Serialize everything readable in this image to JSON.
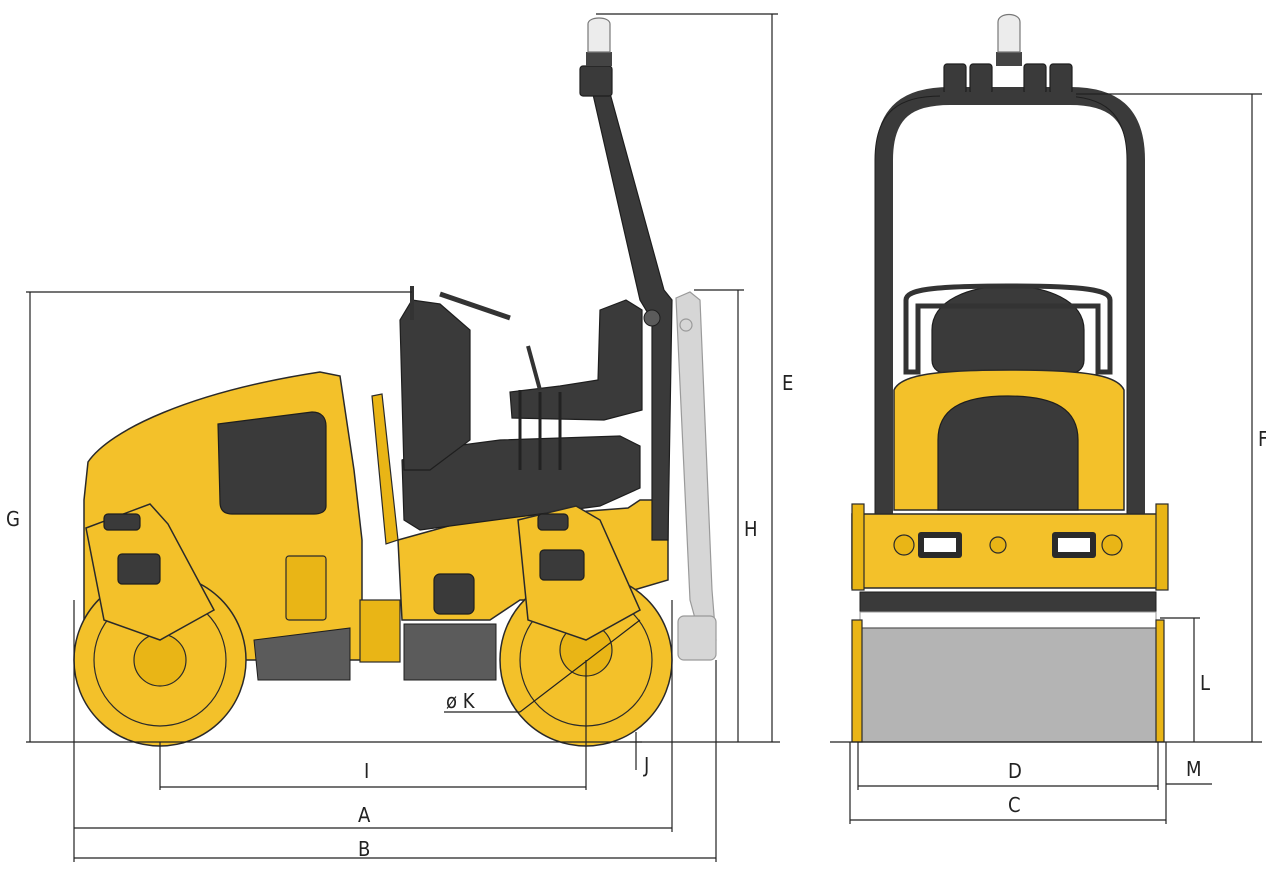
{
  "labels": {
    "A": "A",
    "B": "B",
    "C": "C",
    "D": "D",
    "E": "E",
    "F": "F",
    "G": "G",
    "H": "H",
    "I": "I",
    "J": "J",
    "K": "ø K",
    "L": "L",
    "M": "M"
  },
  "colors": {
    "machine_yellow": "#f3c12a",
    "frame_dark": "#3a3a3a",
    "drum_grey": "#9a9a9a",
    "beacon": "#e8e8e8"
  },
  "icons": {
    "side_view": "roller-side-view",
    "front_view": "roller-front-view",
    "beacon": "warning-beacon-icon"
  }
}
